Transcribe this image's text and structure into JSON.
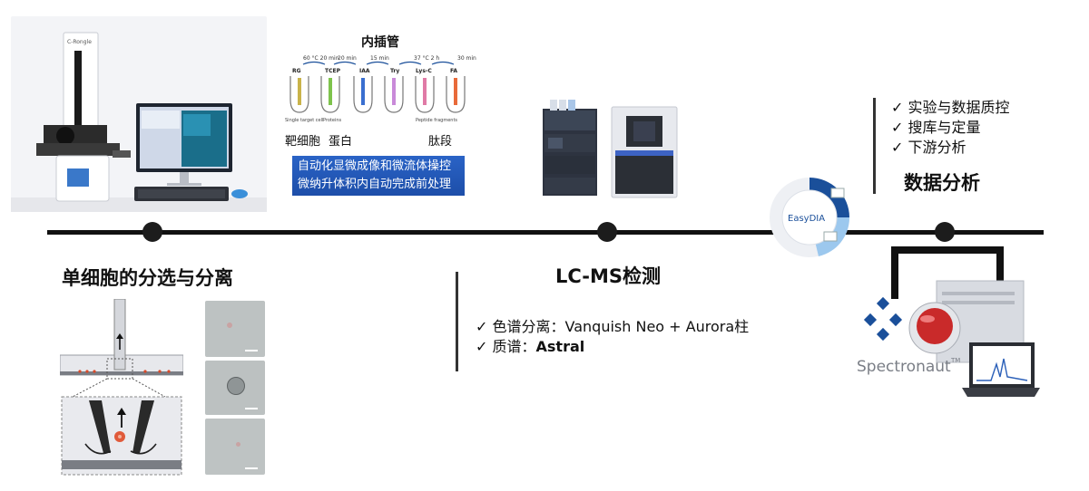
{
  "timeline": {
    "stage1": {
      "title": "单细胞的分选与分离",
      "microscope_brand": "C-Rongle"
    },
    "stage2": {
      "header": "内插管",
      "reagents": [
        "RG",
        "TCEP",
        "IAA",
        "Try",
        "Lys-C",
        "FA"
      ],
      "conditions": [
        "60 °C 20 min",
        "20 min",
        "15 min",
        "37 °C 2 h",
        "30 min"
      ],
      "tube_labels": [
        "Single target cell",
        "Proteins",
        "Peptide fragments"
      ],
      "captions": [
        "靶细胞",
        "蛋白",
        "肽段"
      ],
      "banner_line1": "自动化显微成像和微流体操控",
      "banner_line2": "微纳升体积内自动完成前处理"
    },
    "stage3": {
      "title": "LC-MS检测",
      "items": [
        {
          "check": "✓",
          "label": "色谱分离：",
          "value": "Vanquish Neo + Aurora柱"
        },
        {
          "check": "✓",
          "label": "质谱：",
          "value": "Astral"
        }
      ]
    },
    "stage4": {
      "title": "数据分析",
      "items": [
        {
          "check": "✓",
          "label": "实验与数据质控"
        },
        {
          "check": "✓",
          "label": "搜库与定量"
        },
        {
          "check": "✓",
          "label": "下游分析"
        }
      ],
      "easydia_label": "EasyDIA",
      "spectronaut_label": "Spectronaut",
      "spectronaut_tm": "TM"
    }
  },
  "colors": {
    "timeline": "#111111",
    "banner": "#2a63c6",
    "easydia_dark": "#1a4f9a",
    "easydia_light": "#9cc8ee"
  }
}
